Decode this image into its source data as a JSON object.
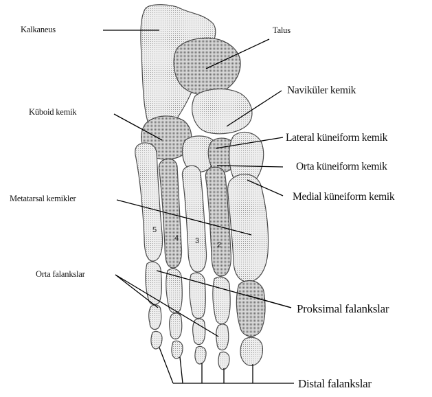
{
  "figure": {
    "labels": {
      "kalkaneus": "Kalkaneus",
      "talus": "Talus",
      "navikuler": "Naviküler kemik",
      "kuboid": "Küboid kemik",
      "lateral_kuneiform": "Lateral küneiform kemik",
      "orta_kuneiform": "Orta küneiform kemik",
      "medial_kuneiform": "Medial küneiform kemik",
      "metatarsal": "Metatarsal kemikler",
      "orta_falankslar": "Orta falankslar",
      "proksimal_falankslar": "Proksimal falankslar",
      "distal_falankslar": "Distal falankslar"
    },
    "metatarsal_numbers": [
      "5",
      "4",
      "3",
      "2"
    ],
    "colors": {
      "bone_fill": "#e9e9e9",
      "bone_stroke": "#4a4a4a",
      "leader_line": "#000000"
    }
  }
}
